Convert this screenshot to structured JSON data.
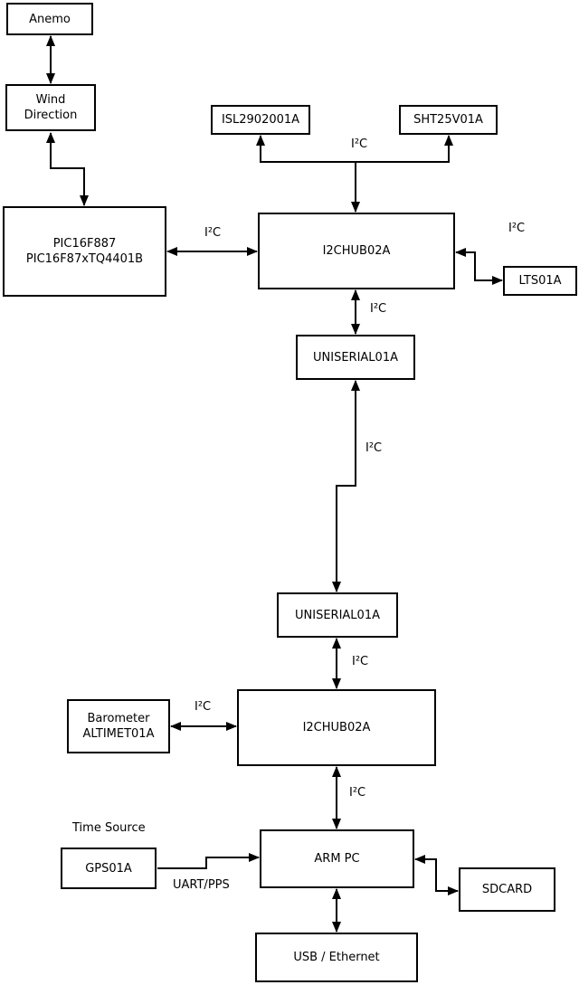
{
  "colors": {
    "background": "#ffffff",
    "stroke": "#000000",
    "text": "#000000"
  },
  "nodes": {
    "anemo": {
      "label": "Anemo"
    },
    "wind_direction": {
      "line1": "Wind",
      "line2": "Direction"
    },
    "pic": {
      "line1": "PIC16F887",
      "line2": "PIC16F87xTQ4401B"
    },
    "isl2902001a": {
      "label": "ISL2902001A"
    },
    "sht25v01a": {
      "label": "SHT25V01A"
    },
    "i2chub_top": {
      "label": "I2CHUB02A"
    },
    "lts01a": {
      "label": "LTS01A"
    },
    "uniserial_top": {
      "label": "UNISERIAL01A"
    },
    "uniserial_bottom": {
      "label": "UNISERIAL01A"
    },
    "i2chub_bottom": {
      "label": "I2CHUB02A"
    },
    "barometer": {
      "line1": "Barometer",
      "line2": "ALTIMET01A"
    },
    "gps01a": {
      "label": "GPS01A"
    },
    "arm_pc": {
      "label": "ARM PC"
    },
    "sdcard": {
      "label": "SDCARD"
    },
    "usb_ethernet": {
      "label": "USB / Ethernet"
    }
  },
  "edge_labels": {
    "sensors_i2c": "I²C",
    "pic_i2c": "I²C",
    "lts_i2c": "I²C",
    "hub_uniserial_i2c": "I²C",
    "uniserial_link_i2c": "I²C",
    "uniserial_hub_i2c": "I²C",
    "barometer_i2c": "I²C",
    "hub_armpc_i2c": "I²C",
    "time_source": "Time Source",
    "uart_pps": "UART/PPS"
  }
}
